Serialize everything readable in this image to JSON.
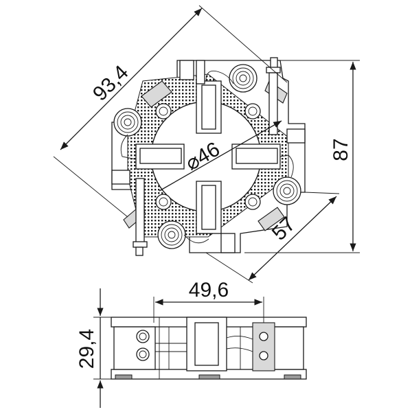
{
  "dimensions": {
    "diagonal_top": "93,4",
    "height_right": "87",
    "diameter": "46",
    "diagonal_bottom": "57",
    "width_side_view": "49,6",
    "height_side_view": "29,4"
  },
  "colors": {
    "line": "#1a1a1a",
    "hatch": "#1a1a1a",
    "fill_grey": "#d9d9d9",
    "background": "#ffffff"
  }
}
